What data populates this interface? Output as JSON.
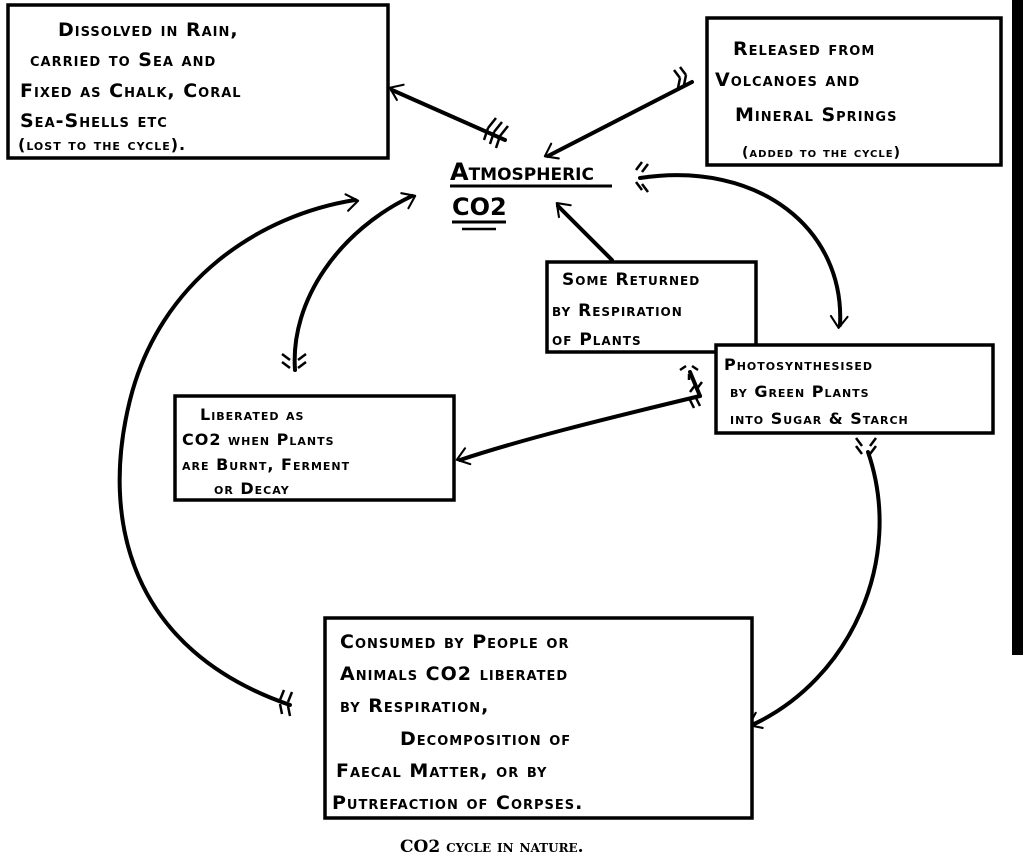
{
  "title": {
    "line1": "Atmospheric",
    "line2": "CO2"
  },
  "boxes": {
    "dissolved": [
      "Dissolved in Rain,",
      "carried to Sea and",
      "Fixed as Chalk, Coral",
      "Sea-Shells etc",
      "(lost to the cycle)."
    ],
    "released": [
      "Released from",
      "Volcanoes and",
      "Mineral Springs",
      "(added to the cycle)"
    ],
    "respiration": [
      "Some Returned",
      "by Respiration",
      "of Plants"
    ],
    "photosynthesis": [
      "Photosynthesised",
      "by Green Plants",
      "into Sugar & Starch"
    ],
    "liberated": [
      "Liberated as",
      "CO2 when Plants",
      "are Burnt, Ferment",
      "or Decay"
    ],
    "consumed": [
      "Consumed by People or",
      "Animals CO2 liberated",
      "by Respiration,",
      "Decomposition of",
      "Faecal Matter, or by",
      "Putrefaction of Corpses."
    ]
  },
  "caption": "CO2 cycle in nature."
}
